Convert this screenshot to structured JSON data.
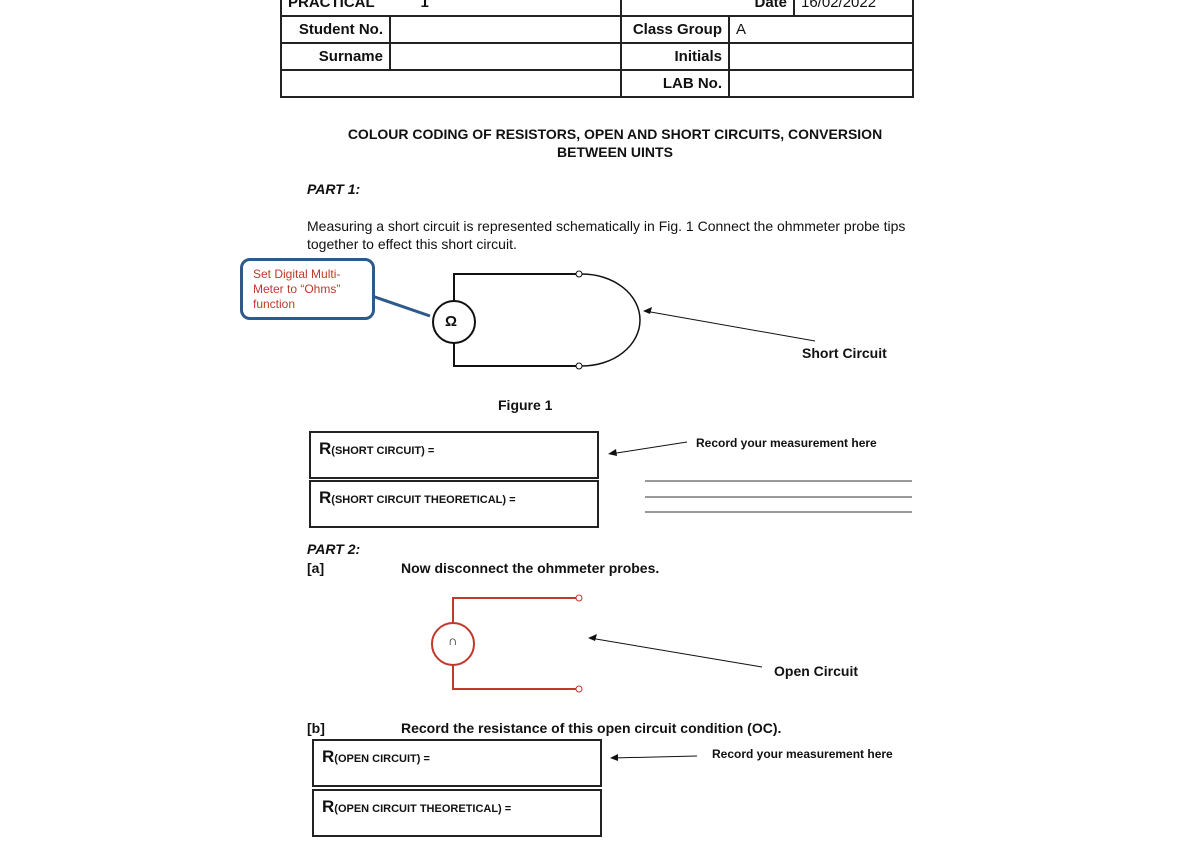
{
  "header": {
    "practical_label": "PRACTICAL",
    "practical_no": "1",
    "date_label": "Date",
    "date_value": "16/02/2022",
    "student_no_label": "Student No.",
    "student_no_value": "",
    "class_group_label": "Class Group",
    "class_group_value": "A",
    "surname_label": "Surname",
    "surname_value": "",
    "initials_label": "Initials",
    "initials_value": "",
    "lab_no_label": "LAB No.",
    "lab_no_value": ""
  },
  "title_line1": "COLOUR CODING OF RESISTORS, OPEN AND SHORT CIRCUITS, CONVERSION",
  "title_line2": "BETWEEN UINTS",
  "part1": {
    "heading": "PART 1:",
    "text": "Measuring a short circuit is represented schematically in Fig. 1 Connect the ohmmeter probe tips together to effect this short circuit.",
    "callout": "Set Digital Multi-Meter to “Ohms” function",
    "meter_symbol": "Ω",
    "short_label": "Short Circuit",
    "figure_caption": "Figure 1",
    "r_short": "R",
    "r_short_sub": "(SHORT CIRCUIT)",
    "r_short_eq": " =",
    "r_short_theory": "R",
    "r_short_theory_sub": "(SHORT CIRCUIT THEORETICAL)",
    "r_short_theory_eq": " =",
    "record_hint": "Record your measurement here"
  },
  "part2": {
    "heading": "PART 2:",
    "a_label": "[a]",
    "a_text": "Now disconnect the ohmmeter probes.",
    "meter_symbol": "∩",
    "open_label": "Open Circuit",
    "b_label": "[b]",
    "b_text": "Record the resistance of this open circuit condition (OC).",
    "r_open": "R",
    "r_open_sub": "(OPEN CIRCUIT)",
    "r_open_eq": " =",
    "r_open_theory": "R",
    "r_open_theory_sub": "(OPEN CIRCUIT THEORETICAL)",
    "r_open_theory_eq": " =",
    "record_hint": "Record your measurement here"
  },
  "colors": {
    "callout_border": "#2d5a8a",
    "callout_text": "#c0392b",
    "open_circuit": "#c0392b"
  }
}
